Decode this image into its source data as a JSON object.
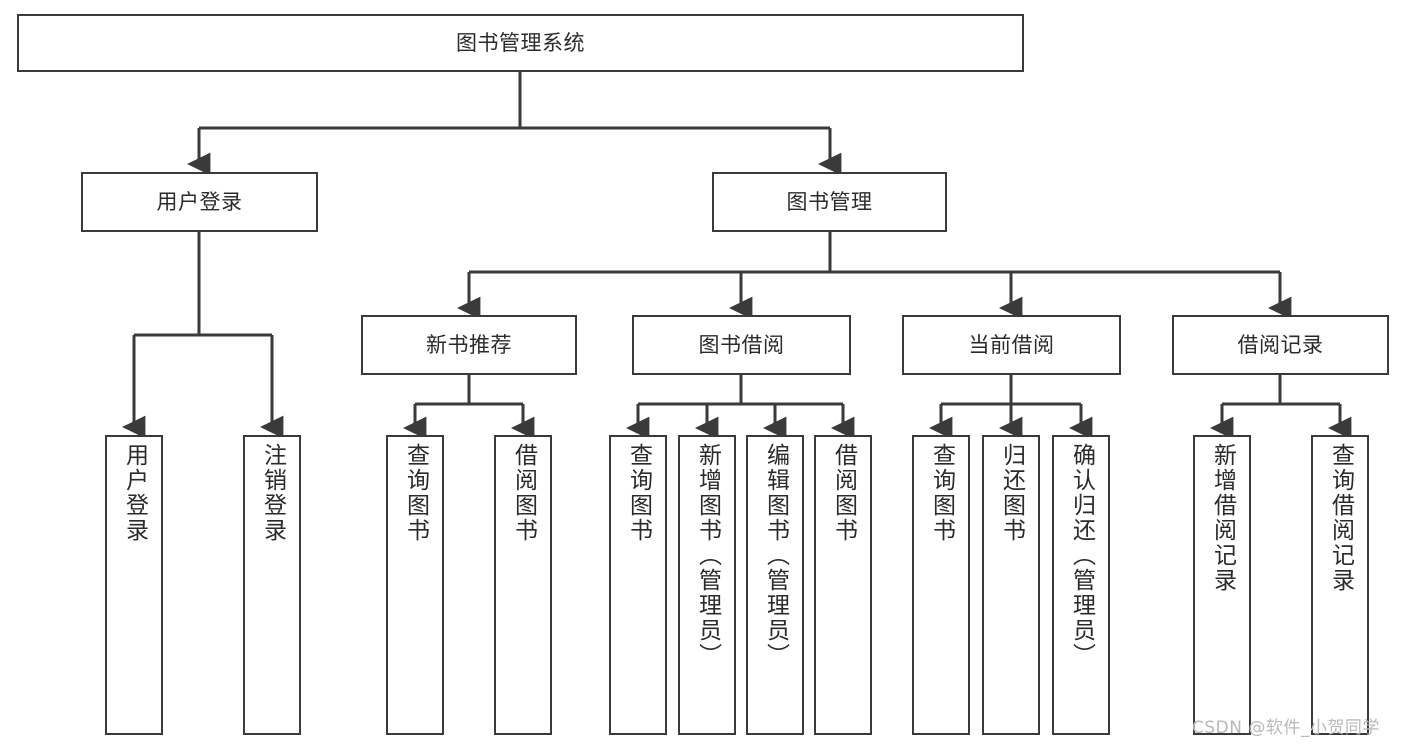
{
  "diagram": {
    "type": "tree",
    "title": "图书管理系统",
    "root": {
      "label": "图书管理系统"
    },
    "level2": [
      {
        "label": "用户登录"
      },
      {
        "label": "图书管理"
      }
    ],
    "level3": [
      {
        "label": "新书推荐"
      },
      {
        "label": "图书借阅"
      },
      {
        "label": "当前借阅"
      },
      {
        "label": "借阅记录"
      }
    ],
    "leaves": {
      "user_login": [
        {
          "label": "用户登录"
        },
        {
          "label": "注销登录"
        }
      ],
      "new_book_recommend": [
        {
          "label": "查询图书"
        },
        {
          "label": "借阅图书"
        }
      ],
      "book_borrow": [
        {
          "label": "查询图书"
        },
        {
          "label": "新增图书（管理员）"
        },
        {
          "label": "编辑图书（管理员）"
        },
        {
          "label": "借阅图书"
        }
      ],
      "current_borrow": [
        {
          "label": "查询图书"
        },
        {
          "label": "归还图书"
        },
        {
          "label": "确认归还（管理员）"
        }
      ],
      "borrow_record": [
        {
          "label": "新增借阅记录"
        },
        {
          "label": "查询借阅记录"
        }
      ]
    }
  },
  "watermark": {
    "text": "CSDN @软件_小贺同学"
  },
  "colors": {
    "stroke": "#3a3a3a",
    "text": "#2b2b2b",
    "background": "#ffffff",
    "watermark": "#b9b9b9"
  }
}
